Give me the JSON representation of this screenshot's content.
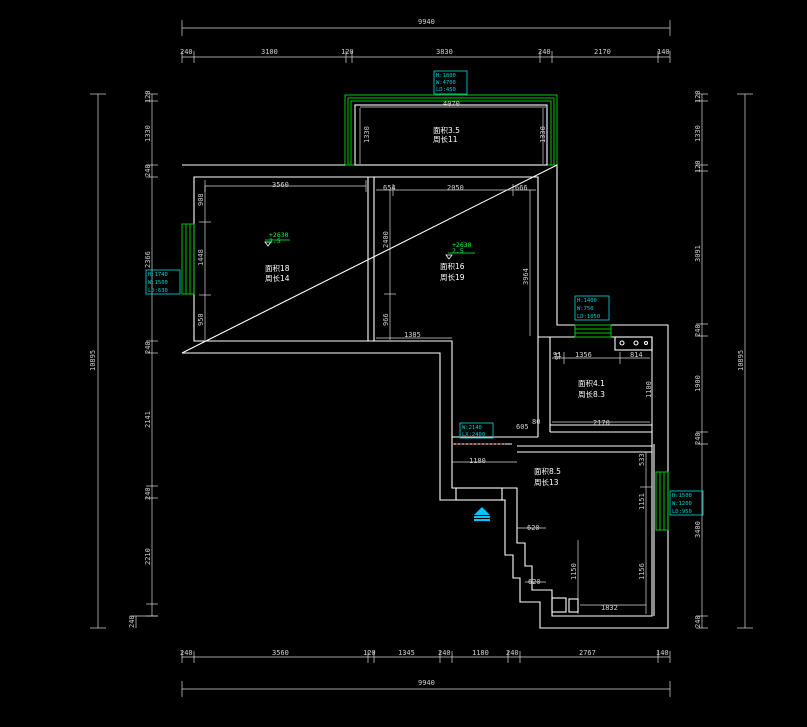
{
  "colors": {
    "background": "#000000",
    "wall": "#ffffff",
    "window": "#00c800",
    "tag": "#00c8c8",
    "level": "#00ff40"
  },
  "dims": {
    "top_total": "9940",
    "top": [
      "240",
      "3100",
      "120",
      "3830",
      "240",
      "2170",
      "140"
    ],
    "bottom": [
      "240",
      "3560",
      "120",
      "1345",
      "240",
      "1180",
      "240",
      "2767",
      "140"
    ],
    "bottom_total": "9940",
    "left_total": "10895",
    "left": [
      "120",
      "1330",
      "240",
      "2366",
      "240",
      "2141",
      "240",
      "2210",
      "240"
    ],
    "right_total": "10895",
    "right": [
      "120",
      "1330",
      "120",
      "3091",
      "240",
      "1900",
      "240",
      "3400",
      "240"
    ]
  },
  "interior": {
    "balcony_width": "4070",
    "balcony_left": "1330",
    "balcony_right": "1330",
    "r1_width": "3560",
    "r1_top": "908",
    "r1_mid": "1448",
    "r1_bottom": "950",
    "r2_left": "654",
    "r2_width": "2050",
    "r2_right": "666",
    "r2_h": "2400",
    "r2_low": "966",
    "r2_side": "3964",
    "r2_bottom": "1385",
    "kitchen_left": "91",
    "kitchen_width": "1356",
    "kitchen_right": "814",
    "kitchen_h": "1100",
    "kitchen_bottom": "2170",
    "hall_width": "1180",
    "bath_top": "533",
    "bath_h": "1151",
    "bath_step1": "620",
    "bath_step2": "620",
    "bath_inner": "1150",
    "bath_right": "1156",
    "bath_bottom": "1832",
    "small1": "605",
    "small2": "80",
    "small3": "91"
  },
  "rooms": {
    "balcony": {
      "area": "面积3.5",
      "perimeter": "周长11"
    },
    "r1": {
      "area": "面积18",
      "perimeter": "周长14"
    },
    "r2": {
      "area": "面积16",
      "perimeter": "周长19"
    },
    "kitchen": {
      "area": "面积4.1",
      "perimeter": "周长8.3"
    },
    "living": {
      "area": "面积8.5",
      "perimeter": "周长13"
    }
  },
  "levels": [
    {
      "value": "+2630",
      "sub": "2.5"
    },
    {
      "value": "+2630",
      "sub": "2.5"
    }
  ],
  "tags": {
    "top_window": [
      "H:1800",
      "W:4700",
      "LD:450"
    ],
    "left_window": [
      "H:1740",
      "W:1500",
      "LD:630"
    ],
    "kitchen_window": [
      "H:1400",
      "W:750",
      "LD:1050"
    ],
    "right_window": [
      "H:1500",
      "W:1200",
      "LD:950"
    ],
    "door": [
      "W:2140",
      "LX:2400"
    ]
  }
}
